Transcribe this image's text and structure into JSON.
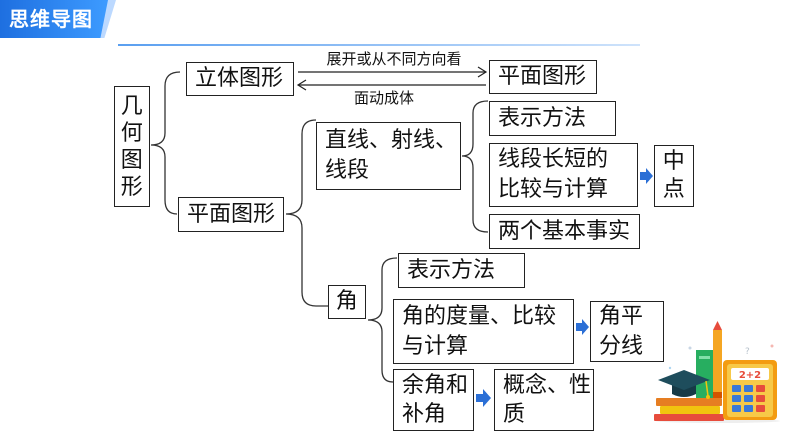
{
  "header": {
    "title": "思维导图"
  },
  "nodes": {
    "root": "几何图形",
    "solid": "立体图形",
    "plane_target": "平面图形",
    "arrow_forward_label": "展开或从不同方向看",
    "arrow_back_label": "面动成体",
    "plane": "平面图形",
    "lines": "直线、射线、线段",
    "lines_notation": "表示方法",
    "segment_compare": "线段长短的比较与计算",
    "midpoint": "中点",
    "basic_facts": "两个基本事实",
    "angle": "角",
    "angle_notation": "表示方法",
    "angle_measure": "角的度量、比较与计算",
    "bisector": "角平分线",
    "complementary": "余角和补角",
    "concept": "概念、性质"
  },
  "illustration": {
    "calculator_display": "2+2",
    "question_mark": "?"
  },
  "colors": {
    "title_bar": "#1e6fe0",
    "title_bar_light": "#3d9bff",
    "node_border": "#222222",
    "arrow_blue": "#2b6fd6"
  }
}
